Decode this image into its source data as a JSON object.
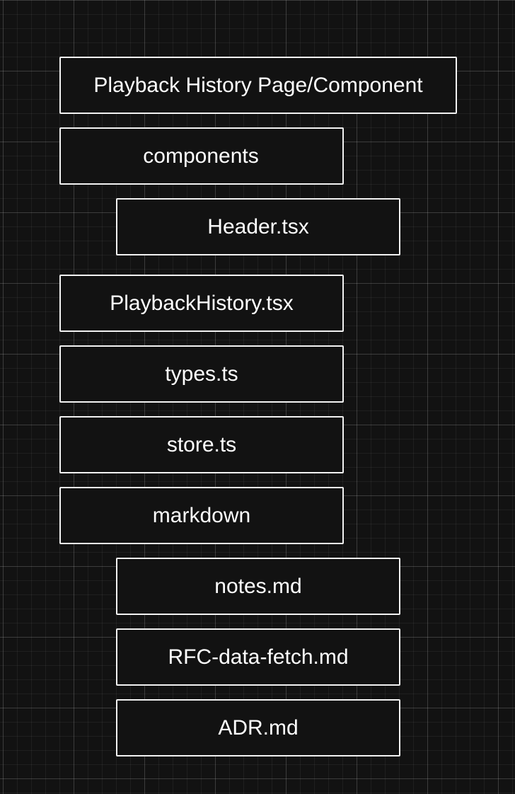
{
  "diagram": {
    "nodes": [
      {
        "label": "Playback History Page/Component",
        "level": 0
      },
      {
        "label": "components",
        "level": 0
      },
      {
        "label": "Header.tsx",
        "level": 1
      },
      {
        "label": "PlaybackHistory.tsx",
        "level": 0
      },
      {
        "label": "types.ts",
        "level": 0
      },
      {
        "label": "store.ts",
        "level": 0
      },
      {
        "label": "markdown",
        "level": 0
      },
      {
        "label": "notes.md",
        "level": 1
      },
      {
        "label": "RFC-data-fetch.md",
        "level": 1
      },
      {
        "label": "ADR.md",
        "level": 1
      }
    ]
  }
}
